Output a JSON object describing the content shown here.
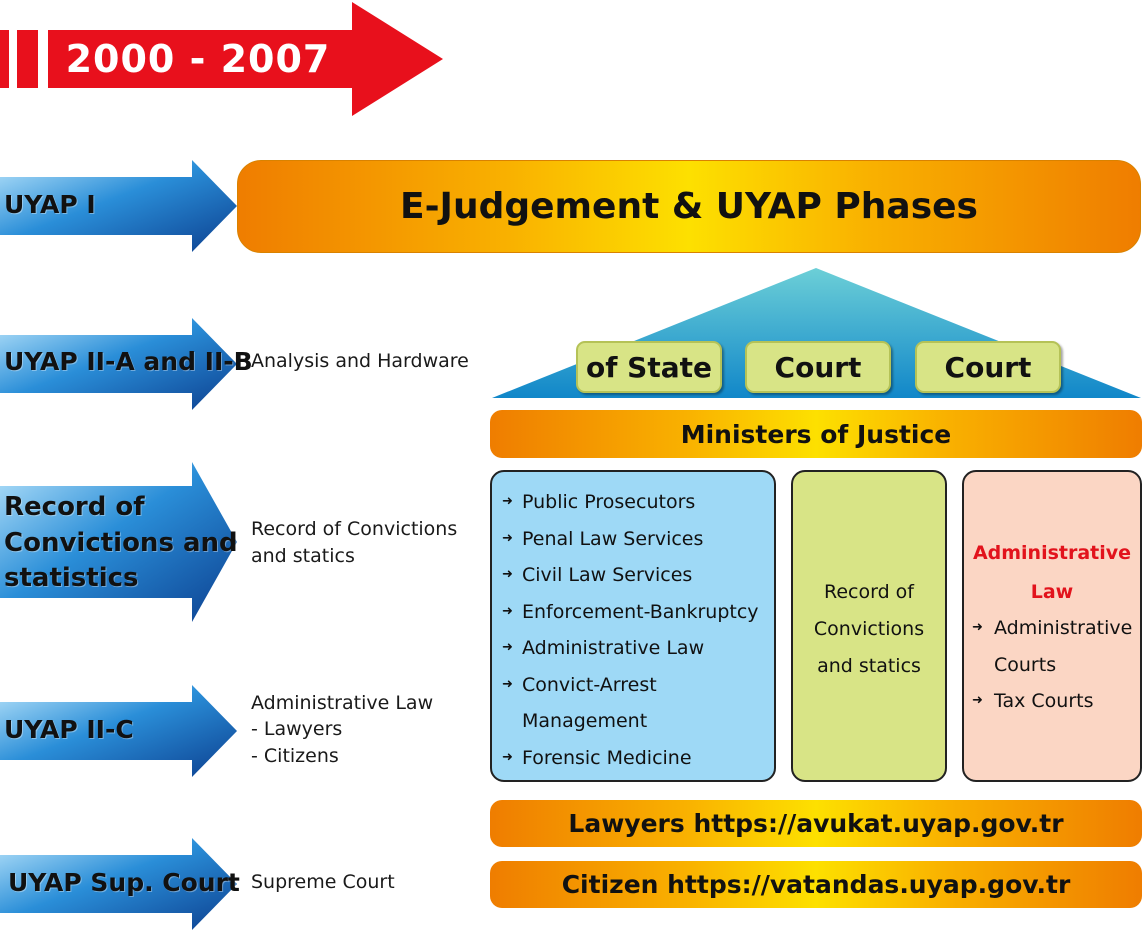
{
  "banner": {
    "text": "2000 - 2007",
    "color": "#e8101c"
  },
  "phases": {
    "uyap1": "UYAP I",
    "uyap2ab": "UYAP II-A and II-B",
    "record_line1": "Record of",
    "record_line2": "Convictions and",
    "record_line3": "statistics",
    "uyap2c": "UYAP II-C",
    "sup_court": "UYAP Sup. Court"
  },
  "descriptions": {
    "analysis": "Analysis and Hardware",
    "record_line1": "Record of Convictions",
    "record_line2": "and statics",
    "admin_line1": "Administrative Law",
    "admin_line2": "- Lawyers",
    "admin_line3": "- Citizens",
    "supreme": "Supreme Court"
  },
  "header_bar": "E-Judgement & UYAP Phases",
  "roof": {
    "pill1": "of State",
    "pill2": "Court",
    "pill3": "Court"
  },
  "ministers_bar": "Ministers of Justice",
  "blue_box": {
    "items": [
      "Public Prosecutors",
      "Penal Law Services",
      "Civil Law Services",
      "Enforcement-Bankruptcy",
      "Administrative Law",
      "Convict-Arrest",
      "Management",
      "Forensic Medicine"
    ]
  },
  "green_box": {
    "line1": "Record of",
    "line2": "Convictions",
    "line3": "and statics"
  },
  "pink_box": {
    "title_line1": "Administrative",
    "title_line2": "Law",
    "item1": "Administrative",
    "item1_cont": "Courts",
    "item2": "Tax Courts"
  },
  "lawyers_bar": "Lawyers https://avukat.uyap.gov.tr",
  "citizen_bar": "Citizen https://vatandas.uyap.gov.tr",
  "bullet_glyph": "➜",
  "colors": {
    "phase_arrow": "#1a6fc0",
    "orange": "#f39c00",
    "pill": "#d8e486",
    "blue_box": "#9ed9f6",
    "pink_box": "#fbd6c4",
    "pink_title": "#e2131c"
  }
}
